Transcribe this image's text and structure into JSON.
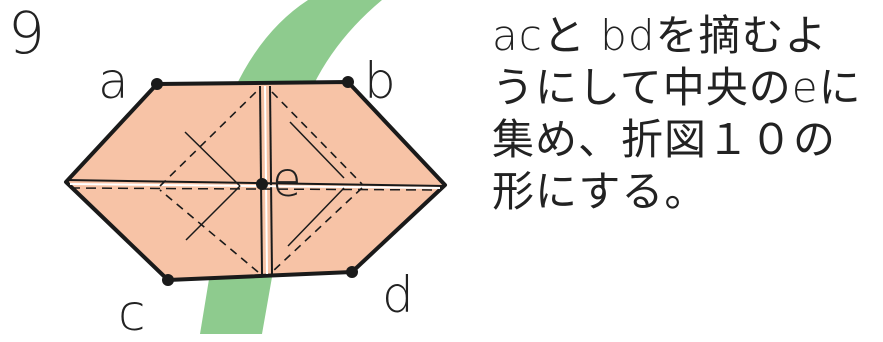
{
  "step": {
    "number": "9"
  },
  "points": {
    "a": "a",
    "b": "b",
    "c": "c",
    "d": "d",
    "e": "e"
  },
  "instructions": {
    "lines": [
      "acと bdを摘むよ",
      "うにして中央のeに",
      "集め、折図１０の",
      "形にする。"
    ]
  },
  "colors": {
    "paper": "#f7c3a6",
    "band": "#8ecb8e",
    "line": "#1a1a1a",
    "background": "#ffffff"
  }
}
